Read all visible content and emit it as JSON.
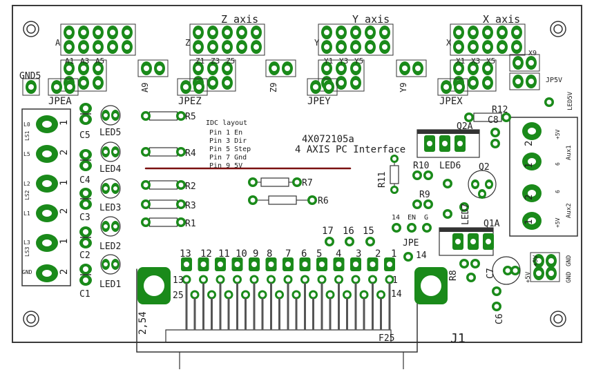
{
  "colors": {
    "background": "#ffffff",
    "outline": "#3a3a3a",
    "copper": "#1a8a1a",
    "pad_hole": "#ffffff",
    "silk": "#202020",
    "wire": "#7a1010"
  },
  "axis_titles": {
    "z": "Z axis",
    "y": "Y axis",
    "x": "X axis"
  },
  "header_labels": {
    "a": "A",
    "z": "Z",
    "y": "Y",
    "x": "X"
  },
  "pin_labels": {
    "a": [
      "A1",
      "A3",
      "A5"
    ],
    "z": [
      "Z1",
      "Z3",
      "Z5"
    ],
    "y": [
      "Y1",
      "Y3",
      "Y5"
    ],
    "x": [
      "X1",
      "X3",
      "X5"
    ]
  },
  "vertical_labels": {
    "a9": "A9",
    "z9": "Z9",
    "y9": "Y9"
  },
  "jumpers": {
    "jpea": "JPEA",
    "jpez": "JPEZ",
    "jpey": "JPEY",
    "jpex": "JPEX",
    "jpe": "JPE",
    "jp5v": "JP5V",
    "x9": "X9"
  },
  "gnd5": "GND5",
  "board": {
    "part": "4X072105a",
    "title": "4 AXIS PC Interface"
  },
  "idc_layout": {
    "heading": "IDC layout",
    "lines": [
      "Pin 1 En",
      "Pin 3 Dir",
      "Pin 5 Step",
      "Pin 7 Gnd",
      "Pin 9 5V"
    ]
  },
  "leds": [
    "LED5",
    "LED4",
    "LED3",
    "LED2",
    "LED1"
  ],
  "caps": [
    "C5",
    "C4",
    "C3",
    "C2",
    "C1"
  ],
  "resistors": [
    "R5",
    "R4",
    "R2",
    "R3",
    "R1"
  ],
  "r7": "R7",
  "r6": "R6",
  "ls_labels": [
    "LS1",
    "LS2",
    "LS3"
  ],
  "ls_pins": [
    "L0",
    "L5",
    "L2",
    "L1",
    "L3",
    "GND"
  ],
  "terminal_nums": [
    "1",
    "2",
    "1",
    "2",
    "1",
    "2"
  ],
  "right_parts": {
    "r12": "R12",
    "c8": "C8",
    "q2a": "Q2A",
    "r11": "R11",
    "r10": "R10",
    "led6": "LED6",
    "q2": "Q2",
    "r9": "R9",
    "led7": "LED7",
    "q1a": "Q1A",
    "r8": "R8",
    "c7": "C7",
    "c6": "C6",
    "led5v": "LED5V"
  },
  "aux": {
    "aux1": "Aux1",
    "aux2": "Aux2",
    "plus5v": "+5V",
    "six": "6",
    "nums": [
      "2",
      "1",
      "2",
      "1"
    ]
  },
  "power": {
    "labels": [
      "+5V",
      "+5V",
      "GND",
      "GND"
    ]
  },
  "en_pins": {
    "fourteen": "14",
    "en": "EN",
    "g": "G"
  },
  "pads_top": [
    "17",
    "16",
    "15"
  ],
  "db_top_numbers": [
    "13",
    "12",
    "11",
    "10",
    "9",
    "8",
    "7",
    "6",
    "5",
    "4",
    "3",
    "2",
    "1"
  ],
  "db": {
    "pin13": "13",
    "pin25": "25",
    "pin1": "1",
    "pin14": "14",
    "pin14b": "14",
    "dim": "2,54",
    "name": "F25",
    "ref": "J1"
  }
}
